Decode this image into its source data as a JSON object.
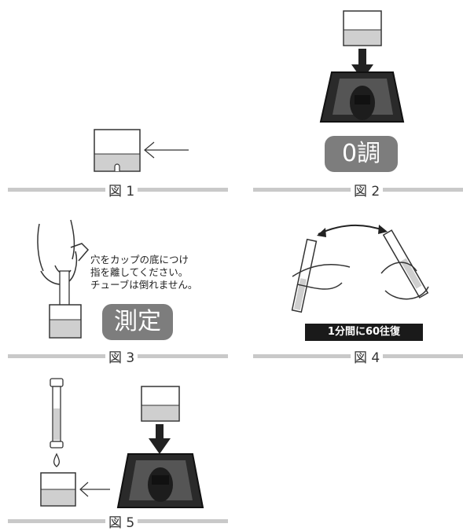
{
  "figures": [
    {
      "id": "fig1",
      "caption": "図 1"
    },
    {
      "id": "fig2",
      "caption": "図 2",
      "badge": "0調"
    },
    {
      "id": "fig3",
      "caption": "図 3",
      "badge": "測定",
      "instructions": [
        "穴をカップの底につけ",
        "指を離してください。",
        "チューブは倒れません。"
      ]
    },
    {
      "id": "fig4",
      "caption": "図 4",
      "rate_label": "1分間に60往復"
    },
    {
      "id": "fig5",
      "caption": "図 5"
    }
  ],
  "colors": {
    "badge": "#7d7d7d",
    "bar": "#c9c9c9",
    "liquid": "#cfcfcf",
    "device": "#2a2a2a"
  }
}
